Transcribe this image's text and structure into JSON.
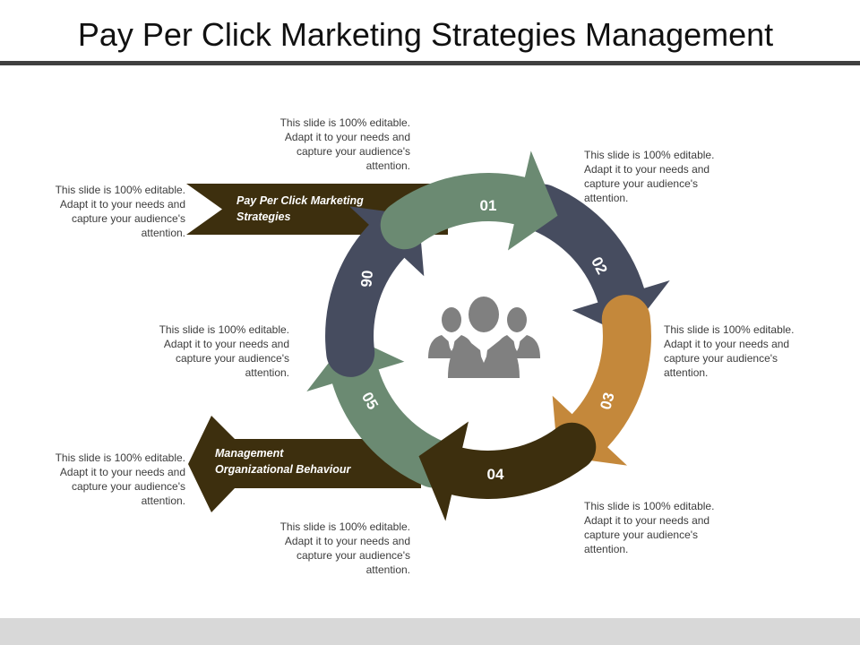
{
  "title": "Pay Per Click Marketing Strategies Management",
  "colors": {
    "dark_brown": "#3d2f0e",
    "slate": "#464c5f",
    "sage": "#6b8a72",
    "ochre": "#c4883b",
    "title_rule": "#404040",
    "footer": "#d8d8d8",
    "icon_gray": "#808080"
  },
  "banners": {
    "top": {
      "line1": "Pay Per Click Marketing",
      "line2": "Strategies"
    },
    "bottom": {
      "line1": "Management",
      "line2": "Organizational Behaviour"
    }
  },
  "segments": [
    {
      "number": "01",
      "color": "#6b8a72"
    },
    {
      "number": "02",
      "color": "#464c5f"
    },
    {
      "number": "03",
      "color": "#c4883b"
    },
    {
      "number": "04",
      "color": "#3d2f0e"
    },
    {
      "number": "05",
      "color": "#6b8a72"
    },
    {
      "number": "06",
      "color": "#464c5f"
    }
  ],
  "center_icon": "team-people-icon",
  "descriptions": {
    "d01": "This slide is 100% editable.\nAdapt it to your needs and\ncapture your audience's\nattention.",
    "d02": "This slide is 100% editable.\nAdapt it to your needs and\ncapture your audience's\nattention.",
    "d03": "This slide is 100% editable.\nAdapt it to your needs and\ncapture your audience's\nattention.",
    "d04": "This slide is 100% editable.\nAdapt it to your needs and\ncapture your audience's\nattention.",
    "d05": "This slide is 100% editable.\nAdapt it to your needs and\ncapture your audience's\nattention.",
    "d06": "This slide is 100% editable.\nAdapt it to your needs and\ncapture your audience's\nattention.",
    "d07": "This slide is 100% editable.\nAdapt it to your needs and\ncapture your audience's\nattention.",
    "d08": "This slide is 100% editable.\nAdapt it to your needs and\ncapture your audience's\nattention."
  }
}
